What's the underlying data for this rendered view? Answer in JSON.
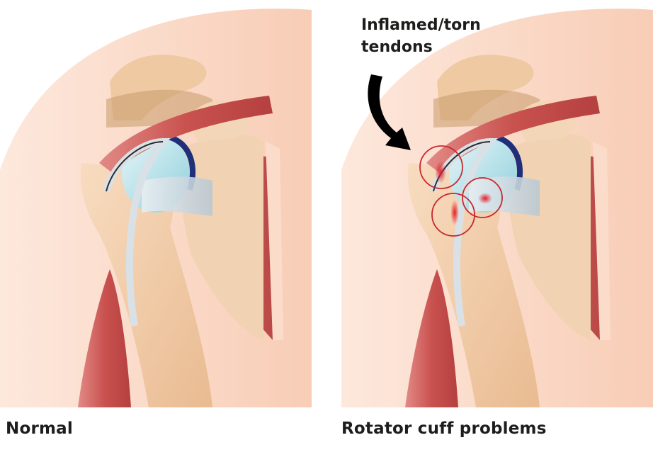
{
  "figure": {
    "callout_line1": "Inflamed/torn",
    "callout_line2": "tendons",
    "caption_left": "Normal",
    "caption_right": "Rotator cuff problems"
  },
  "colors": {
    "skin": "#fbdccb",
    "bone": "#f3cfaa",
    "muscle": "#c9524f",
    "cartilage": "#bfe3ea",
    "ring": "#c8272d",
    "arrow": "#000000"
  },
  "icons": [
    "curved-arrow-icon",
    "inflammation-circle-icon"
  ]
}
